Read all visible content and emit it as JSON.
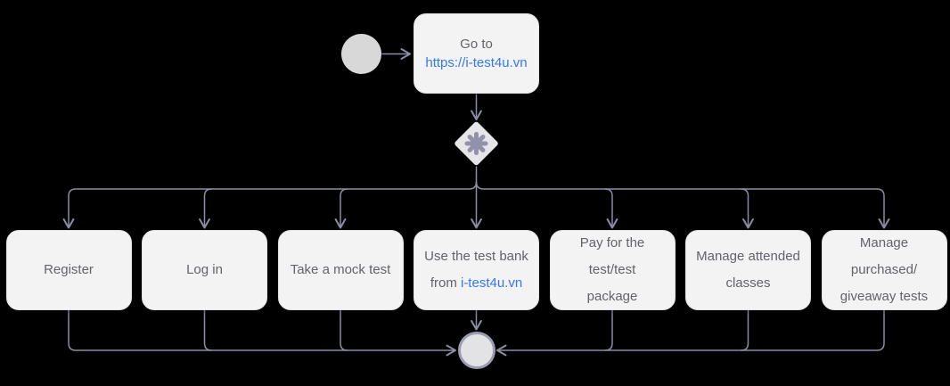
{
  "colors": {
    "background": "#000000",
    "node_bg": "#F3F3F4",
    "node_border": "#E2E2E6",
    "text": "#636369",
    "link": "#3478F6",
    "connector": "#8C8CA6",
    "start_fill": "#D8D8D8",
    "end_fill": "#E3E3E5",
    "end_border": "#9B9BB1",
    "gateway_fill": "#E6E6E8",
    "gateway_icon": "#9191A9"
  },
  "nodes": {
    "start": {
      "type": "start-event-circle"
    },
    "goto": {
      "line1": "Go to",
      "url": "https://i-test4u.vn"
    },
    "gateway": {
      "icon": "asterisk-gateway"
    },
    "tasks": [
      {
        "label": "Register"
      },
      {
        "label": "Log in"
      },
      {
        "label": "Take a mock test"
      },
      {
        "line1": "Use the test bank",
        "prefix": "from",
        "link": "i-test4u.vn"
      },
      {
        "label": "Pay for the test/test\npackage"
      },
      {
        "label": "Manage attended\nclasses"
      },
      {
        "label": "Manage purchased/\ngiveaway tests"
      }
    ],
    "end": {
      "type": "end-event-circle"
    }
  }
}
